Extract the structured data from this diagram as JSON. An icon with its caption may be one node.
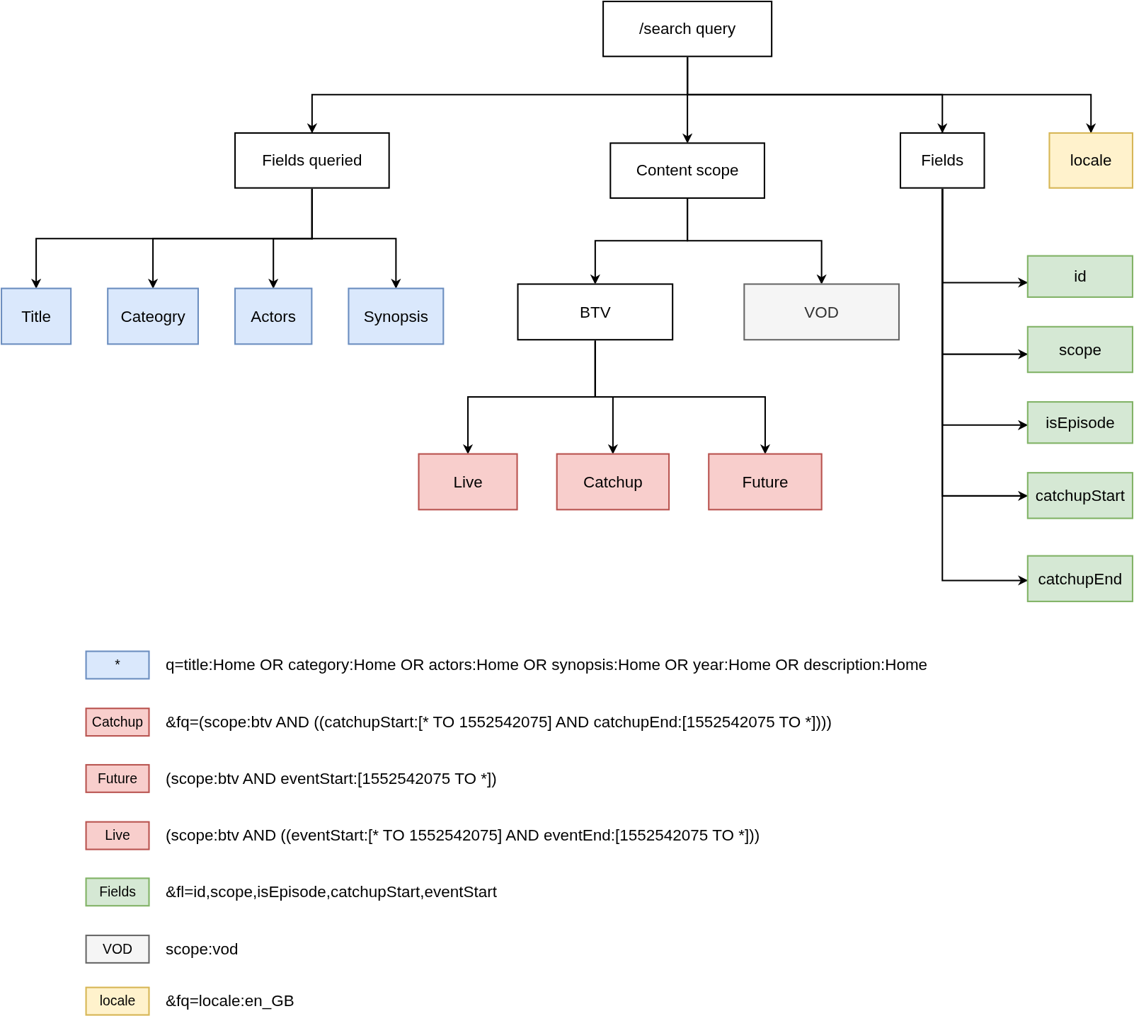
{
  "diagram": {
    "nodes": [
      {
        "text": [
          "/search query"
        ]
      },
      {
        "text": [
          "Fields queried"
        ]
      },
      {
        "text": [
          "Content scope"
        ]
      },
      {
        "text": [
          "Fields"
        ]
      },
      {
        "text": [
          "locale"
        ]
      },
      {
        "text": [
          "Title"
        ]
      },
      {
        "text": [
          "Cateogry"
        ]
      },
      {
        "text": [
          "Actors"
        ]
      },
      {
        "text": [
          "Synopsis"
        ]
      },
      {
        "text": [
          "BTV"
        ]
      },
      {
        "text": [
          "VOD"
        ]
      },
      {
        "text": [
          "Live"
        ]
      },
      {
        "text": [
          "Catchup"
        ]
      },
      {
        "text": [
          "Future"
        ]
      },
      {
        "text": [
          "id"
        ]
      },
      {
        "text": [
          "scope"
        ]
      },
      {
        "text": [
          "isEpisode"
        ]
      },
      {
        "text": [
          "catchupStart"
        ]
      },
      {
        "text": [
          "catchupEnd"
        ]
      }
    ],
    "edges": [
      {
        "from": 0,
        "to": 1,
        "arrow": "to"
      },
      {
        "from": 0,
        "to": 2,
        "arrow": "to"
      },
      {
        "from": 0,
        "to": 3,
        "arrow": "to"
      },
      {
        "from": 0,
        "to": 4,
        "arrow": "to"
      },
      {
        "from": 1,
        "to": 5,
        "arrow": "to"
      },
      {
        "from": 1,
        "to": 6,
        "arrow": "to"
      },
      {
        "from": 1,
        "to": 7,
        "arrow": "to"
      },
      {
        "from": 1,
        "to": 8,
        "arrow": "to"
      },
      {
        "from": 2,
        "to": 9,
        "arrow": "to"
      },
      {
        "from": 2,
        "to": 10,
        "arrow": "to"
      },
      {
        "from": 9,
        "to": 11,
        "arrow": "to"
      },
      {
        "from": 9,
        "to": 12,
        "arrow": "to"
      },
      {
        "from": 9,
        "to": 13,
        "arrow": "to"
      },
      {
        "from": 3,
        "to": 14,
        "arrow": "to"
      },
      {
        "from": 3,
        "to": 15,
        "arrow": "to"
      },
      {
        "from": 3,
        "to": 16,
        "arrow": "to"
      },
      {
        "from": 3,
        "to": 17,
        "arrow": "to"
      },
      {
        "from": 3,
        "to": 18,
        "arrow": "to"
      }
    ],
    "labels": [
      "*",
      "Catchup",
      "Future",
      "Live",
      "Fields",
      "VOD",
      "locale"
    ],
    "legend": [
      {
        "text": "q=title:Home OR category:Home OR actors:Home OR synopsis:Home OR year:Home OR description:Home",
        "color": "#dae8fc"
      },
      {
        "text": "&fq=(scope:btv AND ((catchupStart:[* TO 1552542075] AND catchupEnd:[1552542075 TO *])))",
        "color": "#f8cecc"
      },
      {
        "text": "(scope:btv AND eventStart:[1552542075 TO *])",
        "color": "#f8cecc"
      },
      {
        "text": "(scope:btv AND ((eventStart:[* TO 1552542075] AND eventEnd:[1552542075 TO *]))",
        "color": "#f8cecc"
      },
      {
        "text": "&fl=id,scope,isEpisode,catchupStart,eventStart",
        "color": "#d5e8d4"
      },
      {
        "text": "scope:vod",
        "color": "#f5f5f5"
      },
      {
        "text": "&fq=locale:en_GB",
        "color": "#fff2cc"
      }
    ]
  }
}
